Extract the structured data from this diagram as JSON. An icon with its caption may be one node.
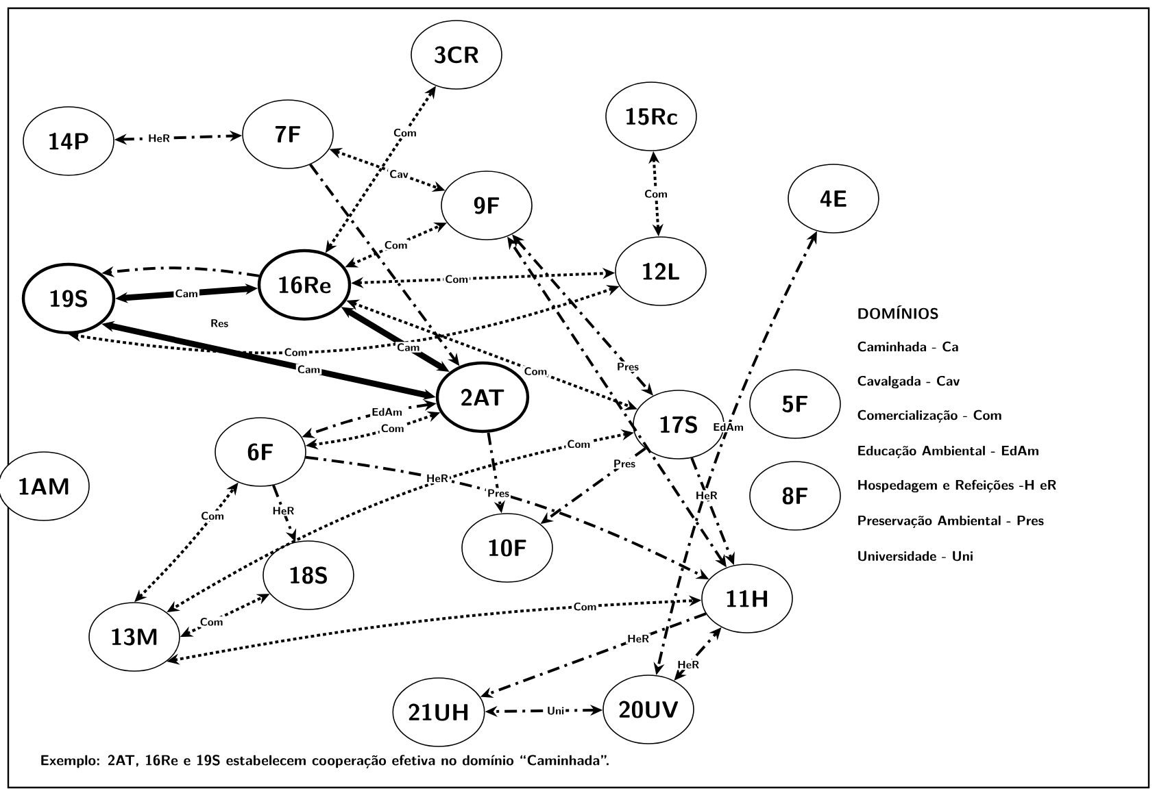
{
  "diagram": {
    "nodes": [
      {
        "text": [
          "3CR"
        ]
      },
      {
        "text": [
          "14P"
        ]
      },
      {
        "text": [
          "7F"
        ]
      },
      {
        "text": [
          "15Rc"
        ]
      },
      {
        "text": [
          "9F"
        ]
      },
      {
        "text": [
          "4E"
        ]
      },
      {
        "text": [
          "19S"
        ]
      },
      {
        "text": [
          "16Re"
        ]
      },
      {
        "text": [
          "12L"
        ]
      },
      {
        "text": [
          "2AT"
        ]
      },
      {
        "text": [
          "5F"
        ]
      },
      {
        "text": [
          "17S"
        ]
      },
      {
        "text": [
          "6F"
        ]
      },
      {
        "text": [
          "1AM"
        ]
      },
      {
        "text": [
          "8F"
        ]
      },
      {
        "text": [
          "10F"
        ]
      },
      {
        "text": [
          "18S"
        ]
      },
      {
        "text": [
          "13M"
        ]
      },
      {
        "text": [
          "11H"
        ]
      },
      {
        "text": [
          "21UH"
        ]
      },
      {
        "text": [
          "20UV"
        ]
      }
    ],
    "edges": [
      {
        "from": 1,
        "to": 2,
        "arrow": "both",
        "label": "HeR",
        "style": "dashed"
      },
      {
        "from": 7,
        "to": 0,
        "arrow": "both",
        "label": "Com",
        "style": "dashed"
      },
      {
        "from": 2,
        "to": 4,
        "arrow": "both",
        "label": "Cav",
        "style": "dashed"
      },
      {
        "from": 7,
        "to": 4,
        "arrow": "both",
        "label": "Com",
        "style": "dashed"
      },
      {
        "from": 7,
        "to": 8,
        "arrow": "both",
        "label": "Com",
        "style": "dashed"
      },
      {
        "from": 8,
        "to": 6,
        "arrow": "both",
        "label": "Com",
        "style": "dashed"
      },
      {
        "from": 7,
        "to": 6,
        "arrow": "to",
        "style": "dashed"
      },
      {
        "from": 6,
        "to": 7,
        "arrow": "both",
        "label": "Cam",
        "style": "thick"
      },
      {
        "from": 6,
        "to": 9,
        "arrow": "both",
        "label": "Cam",
        "style": "thick"
      },
      {
        "from": 7,
        "to": 9,
        "arrow": "both",
        "label": "Cam",
        "style": "thick"
      },
      {
        "from": 7,
        "to": 11,
        "arrow": "both",
        "label": "Com",
        "style": "dashed"
      },
      {
        "from": 2,
        "to": 9,
        "arrow": "to",
        "style": "dashed"
      },
      {
        "from": 4,
        "to": 11,
        "arrow": "both",
        "label": "Pres",
        "style": "dashed"
      },
      {
        "from": 18,
        "to": 4,
        "arrow": "both",
        "style": "dashed"
      },
      {
        "from": 9,
        "to": 12,
        "arrow": "both",
        "label": "EdAm",
        "style": "dashed"
      },
      {
        "from": 9,
        "to": 12,
        "arrow": "both",
        "label": "Com",
        "style": "dashed"
      },
      {
        "from": 11,
        "to": 17,
        "arrow": "both",
        "label": "Com",
        "style": "dashed"
      },
      {
        "from": 12,
        "to": 18,
        "arrow": "to",
        "label": "HeR",
        "style": "dashed"
      },
      {
        "from": 9,
        "to": 15,
        "arrow": "to",
        "label": "Pres",
        "style": "dashed"
      },
      {
        "from": 11,
        "to": 15,
        "arrow": "to",
        "label": "Pres",
        "style": "dashed"
      },
      {
        "from": 11,
        "to": 18,
        "arrow": "to",
        "label": "HeR",
        "style": "dashed"
      },
      {
        "from": 5,
        "to": 20,
        "arrow": "both",
        "label": "EdAm",
        "style": "dashed"
      },
      {
        "from": 17,
        "to": 12,
        "arrow": "both",
        "label": "Com",
        "style": "dashed"
      },
      {
        "from": 12,
        "to": 16,
        "arrow": "to",
        "label": "HeR",
        "style": "dashed"
      },
      {
        "from": 17,
        "to": 16,
        "arrow": "both",
        "label": "Com",
        "style": "dashed"
      },
      {
        "from": 17,
        "to": 18,
        "arrow": "both",
        "label": "Com",
        "style": "dashed"
      },
      {
        "from": 18,
        "to": 19,
        "arrow": "to",
        "label": "HeR",
        "style": "dashed"
      },
      {
        "from": 20,
        "to": 19,
        "arrow": "both",
        "label": "Uni",
        "style": "dashed"
      },
      {
        "from": 20,
        "to": 18,
        "arrow": "both",
        "label": "HeR",
        "style": "dashed"
      },
      {
        "from": 3,
        "to": 8,
        "arrow": "both",
        "label": "Com",
        "style": "dashed"
      }
    ],
    "labels": [
      "Res",
      "DOMÍNIOS",
      "Caminhada - Ca",
      "Cavalgada - Cav",
      "Comercialização - Com",
      "Educação Ambiental - EdAm",
      "Hospedagem e Refeições -H eR",
      "Preservação Ambiental - Pres",
      "Universidade - Uni"
    ],
    "caption": "Exemplo: 2AT, 16Re e 19S estabelecem cooperação efetiva no domínio “Caminhada”."
  }
}
